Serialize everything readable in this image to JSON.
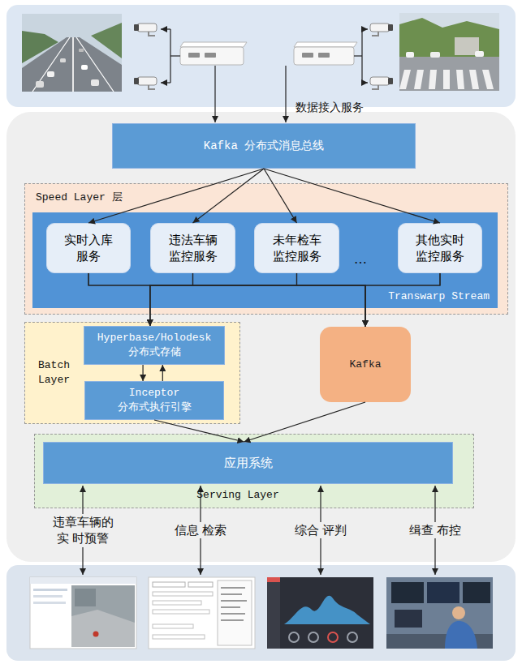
{
  "diagram": {
    "nodes": [
      {
        "text": [
          "Kafka 分布式消息总线"
        ]
      },
      {
        "text": [
          "Speed Layer 层"
        ]
      },
      {
        "text": [
          "Transwarp Stream"
        ],
        "in": 1
      },
      {
        "text": [
          "实时入库 服务"
        ],
        "in": 2
      },
      {
        "text": [
          "违法车辆 监控服务"
        ],
        "in": 2
      },
      {
        "text": [
          "未年检车 监控服务"
        ],
        "in": 2
      },
      {
        "text": [
          "其他实时 监控服务"
        ],
        "in": 2
      },
      {
        "text": [
          "Batch Layer"
        ]
      },
      {
        "text": [
          "Hyperbase/Holodesk 分布式存储"
        ],
        "in": 7
      },
      {
        "text": [
          "Inceptor 分布式执行引擎"
        ],
        "in": 7
      },
      {
        "text": [
          "Kafka"
        ]
      },
      {
        "text": [
          "Serving Layer"
        ]
      },
      {
        "text": [
          "应用系统"
        ],
        "in": 11
      }
    ],
    "edges": [
      {
        "from": 0,
        "to": 3,
        "arrow": "to"
      },
      {
        "from": 0,
        "to": 4,
        "arrow": "to"
      },
      {
        "from": 0,
        "to": 5,
        "arrow": "to"
      },
      {
        "from": 0,
        "to": 6,
        "arrow": "to"
      },
      {
        "from": 3,
        "to": 8,
        "arrow": "to"
      },
      {
        "from": 4,
        "to": 8,
        "arrow": "to"
      },
      {
        "from": 5,
        "to": 8,
        "arrow": "to"
      },
      {
        "from": 6,
        "to": 8,
        "arrow": "to"
      },
      {
        "from": 3,
        "to": 10,
        "arrow": "to"
      },
      {
        "from": 4,
        "to": 10,
        "arrow": "to"
      },
      {
        "from": 5,
        "to": 10,
        "arrow": "to"
      },
      {
        "from": 6,
        "to": 10,
        "arrow": "to"
      },
      {
        "from": 8,
        "to": 9,
        "arrow": "to"
      },
      {
        "from": 9,
        "to": 8,
        "arrow": "to"
      },
      {
        "from": 9,
        "to": 12,
        "arrow": "to"
      },
      {
        "from": 10,
        "to": 12,
        "arrow": "to"
      }
    ],
    "labels": [
      "数据接入服务",
      "…",
      "违章车辆的 实 时预警",
      "信息 检索",
      "综合 评判",
      "缉查 布控"
    ]
  }
}
